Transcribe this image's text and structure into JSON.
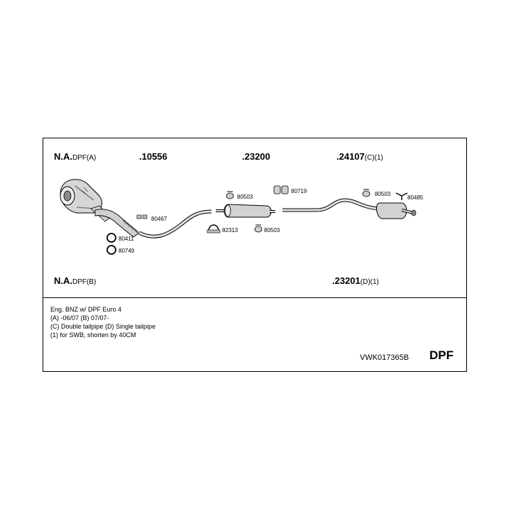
{
  "headers": {
    "na_a": {
      "main": "N.A.",
      "sub": "DPF(A)"
    },
    "p10556": {
      "main": ".10556",
      "sub": ""
    },
    "p23200": {
      "main": ".23200",
      "sub": ""
    },
    "p24107": {
      "main": ".24107",
      "sub": "(C)(1)"
    },
    "na_b": {
      "main": "N.A.",
      "sub": "DPF(B)"
    },
    "p23201": {
      "main": ".23201",
      "sub": "(D)(1)"
    }
  },
  "parts": {
    "p80467": "80467",
    "p80411": "80411",
    "p80749": "80749",
    "p80503_top": "80503",
    "p80719": "80719",
    "p82313": "82313",
    "p80503_mid": "80503",
    "p80503_right": "80503",
    "p80485": "80485"
  },
  "notes": [
    "Eng. BNZ   w/ DPF   Euro 4",
    "(A) -06/07 (B) 07/07-",
    "(C) Double tailpipe (D) Single tailpipe",
    "(1) for SWB, shorten by 40CM"
  ],
  "footer": {
    "code": "VWK017365B",
    "tag": "DPF"
  },
  "colors": {
    "line": "#000000",
    "part_fill": "#d8d8d8",
    "part_shade": "#9a9a9a"
  }
}
